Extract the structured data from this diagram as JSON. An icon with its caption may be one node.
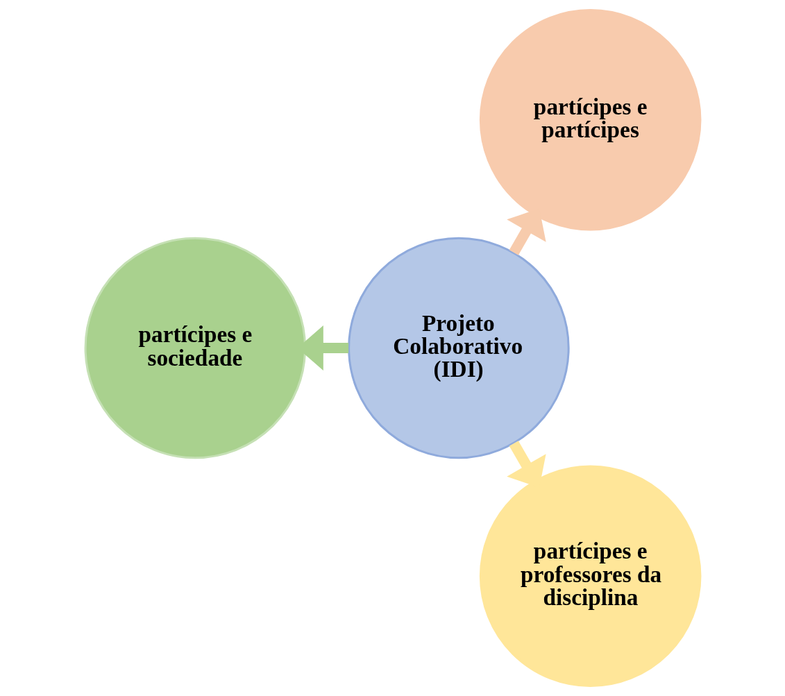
{
  "diagram": {
    "nodes": [
      {
        "text": [
          "Projeto Colaborativo (IDI)"
        ]
      },
      {
        "text": [
          "partícipes e partícipes"
        ]
      },
      {
        "text": [
          "partícipes e sociedade"
        ]
      },
      {
        "text": [
          "partícipes e professores da disciplina"
        ]
      }
    ],
    "edges": [
      {
        "from": 0,
        "to": 1,
        "arrow": "to",
        "color": "#f7cbac"
      },
      {
        "from": 0,
        "to": 2,
        "arrow": "to",
        "color": "#a9d18e"
      },
      {
        "from": 0,
        "to": 3,
        "arrow": "to",
        "color": "#ffe699"
      }
    ]
  }
}
